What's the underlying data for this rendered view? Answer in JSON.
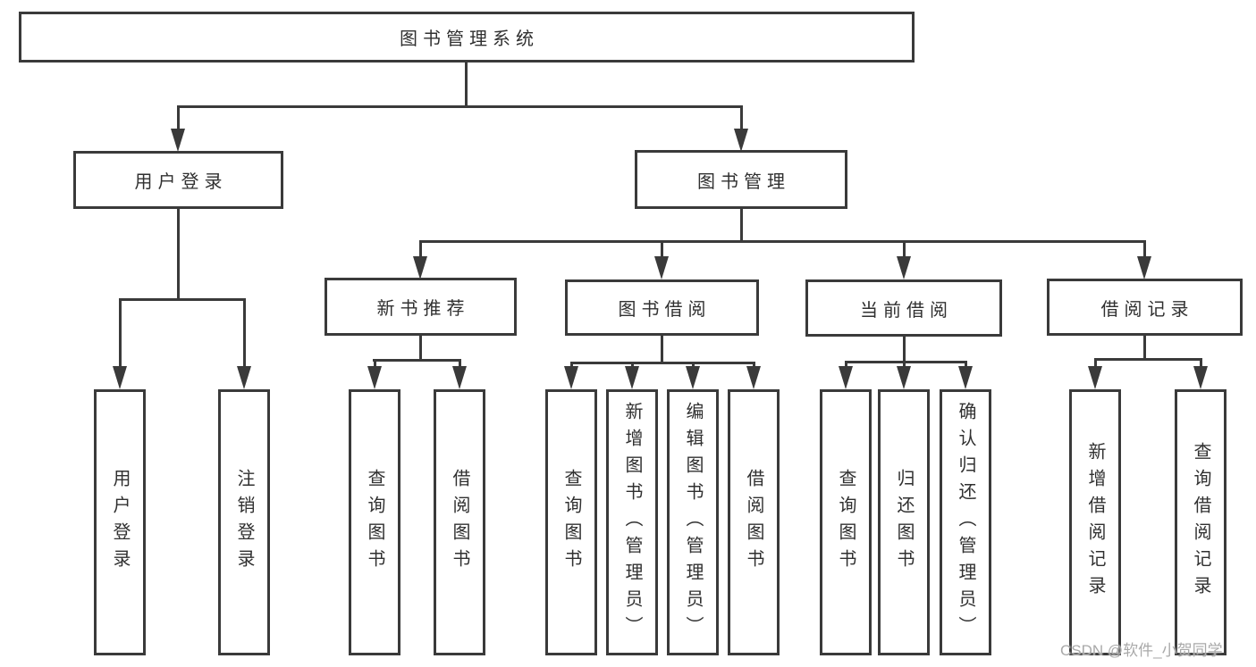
{
  "colors": {
    "line": "#3a3a3a",
    "text": "#303030",
    "bg": "#ffffff",
    "watermark": "#a9a9a9"
  },
  "root": {
    "label": "图书管理系统"
  },
  "level2": {
    "user_login": {
      "label": "用户登录"
    },
    "book_mgmt": {
      "label": "图书管理"
    }
  },
  "level3": {
    "new_book_rec": {
      "label": "新书推荐"
    },
    "book_borrow": {
      "label": "图书借阅"
    },
    "current_borrow": {
      "label": "当前借阅"
    },
    "borrow_records": {
      "label": "借阅记录"
    }
  },
  "leaves": {
    "login": {
      "label": "用户登录"
    },
    "logout": {
      "label": "注销登录"
    },
    "rec_query": {
      "label": "查询图书"
    },
    "rec_borrow": {
      "label": "借阅图书"
    },
    "bb_query": {
      "label": "查询图书"
    },
    "bb_add": {
      "label": "新增图书（管理员）"
    },
    "bb_edit": {
      "label": "编辑图书（管理员）"
    },
    "bb_borrow": {
      "label": "借阅图书"
    },
    "cb_query": {
      "label": "查询图书"
    },
    "cb_return": {
      "label": "归还图书"
    },
    "cb_confirm": {
      "label": "确认归还（管理员）"
    },
    "br_add": {
      "label": "新增借阅记录"
    },
    "br_query": {
      "label": "查询借阅记录"
    }
  },
  "watermark": {
    "text": "CSDN @软件_小贺同学"
  }
}
